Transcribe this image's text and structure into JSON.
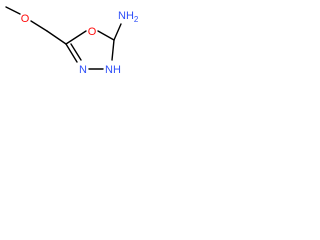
{
  "molecule": {
    "atoms": {
      "methoxy_oxygen": {
        "label": "O",
        "color": "#ff0d0d"
      },
      "ring_oxygen": {
        "label": "O",
        "color": "#ff0d0d"
      },
      "ring_nitrogen_n3": {
        "label": "N",
        "color": "#3050f8"
      },
      "ring_nitrogen_nh": {
        "label": "NH",
        "color": "#3050f8"
      },
      "amino_group": {
        "label": "NH",
        "subscript": "2",
        "color": "#3050f8"
      }
    },
    "bond_color": "#000000"
  }
}
